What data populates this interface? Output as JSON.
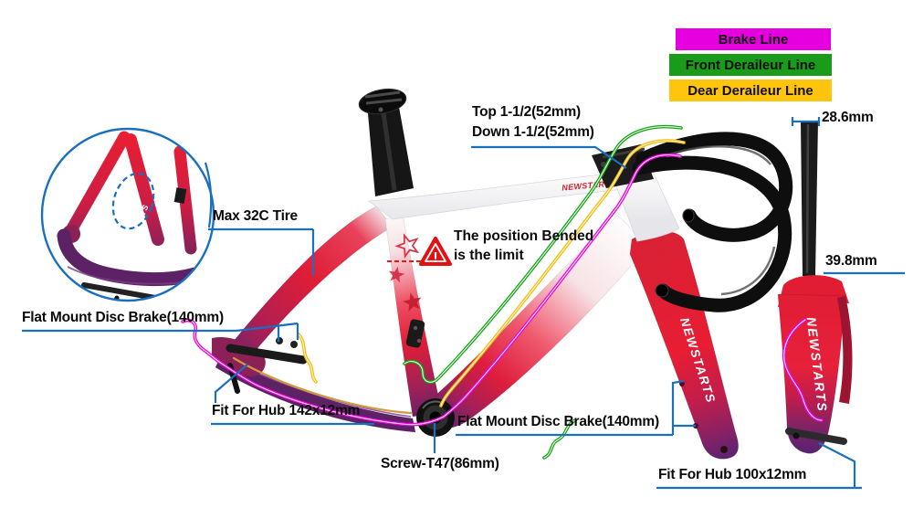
{
  "brand": {
    "name": "NEWSTARTS"
  },
  "legend": {
    "items": [
      {
        "label": "Brake Line",
        "color": "#e600e0"
      },
      {
        "label": "Front Deraileur Line",
        "color": "#1a9b1a"
      },
      {
        "label": "Dear Deraileur Line",
        "color": "#ffc40d"
      }
    ]
  },
  "labels": {
    "headset_top": "Top 1-1/2(52mm)",
    "headset_down": "Down 1-1/2(52mm)",
    "steerer_diameter": "28.6mm",
    "crown_diameter": "39.8mm",
    "max_tire": "Max 32C Tire",
    "rear_disc": "Flat Mount Disc Brake(140mm)",
    "rear_hub": "Fit For Hub 142x12mm",
    "bottom_bracket": "Screw-T47(86mm)",
    "front_disc": "Flat Mount Disc Brake(140mm)",
    "front_hub": "Fit For Hub 100x12mm"
  },
  "warning": {
    "text_line1": "The position Bended",
    "text_line2": "is the limit",
    "symbol": "!"
  },
  "colors": {
    "leader_blue": "#1a6fbf",
    "brake_line_magenta": "#ee00d8",
    "front_derailleur_green": "#1a9b1a",
    "rear_derailleur_yellow": "#ffc40d",
    "frame_red": "#e51d37",
    "frame_purple": "#5d2166",
    "frame_white": "#f8f8f8",
    "warning_red": "#e01b1b"
  }
}
